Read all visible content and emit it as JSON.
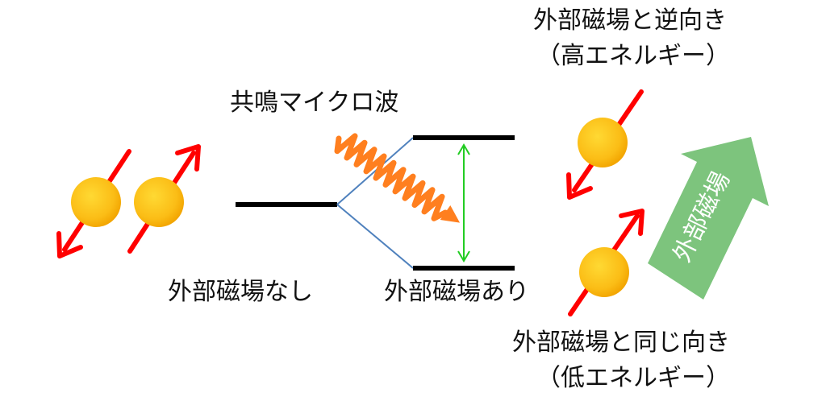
{
  "labels": {
    "resonance_microwave": "共鳴マイクロ波",
    "no_field": "外部磁場なし",
    "with_field": "外部磁場あり",
    "antiparallel_line1": "外部磁場と逆向き",
    "antiparallel_line2": "（高エネルギー）",
    "parallel_line1": "外部磁場と同じ向き",
    "parallel_line2": "（低エネルギー）",
    "field_arrow": "外部磁場"
  },
  "colors": {
    "level_line": "#000000",
    "split_line": "#4f81bd",
    "spin_arrow": "#ff0000",
    "transition_arrow": "#22cc22",
    "microwave": "#ff7f1f",
    "field_arrow": "#7dc47d",
    "particle_center": "#ffd21a",
    "particle_edge": "#f6a800"
  }
}
